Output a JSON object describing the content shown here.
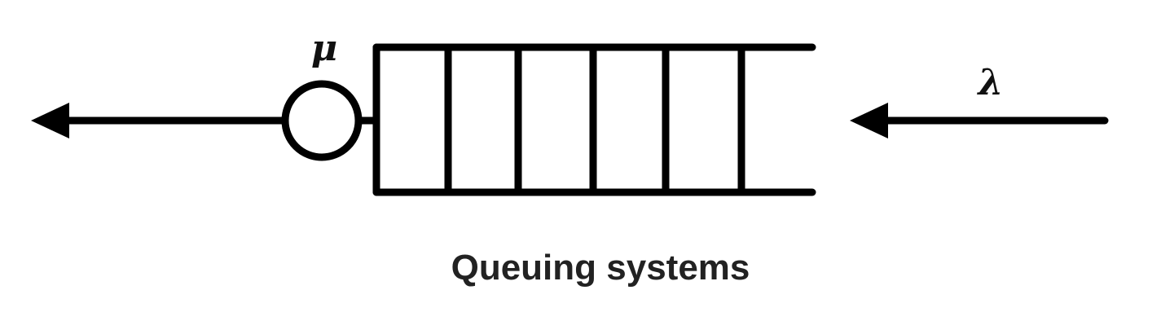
{
  "diagram": {
    "service_rate_symbol": "μ",
    "arrival_rate_symbol": "λ",
    "caption": "Queuing systems",
    "queue_slot_count": 5,
    "stroke_color": "#000000",
    "caption_color": "#222222"
  }
}
